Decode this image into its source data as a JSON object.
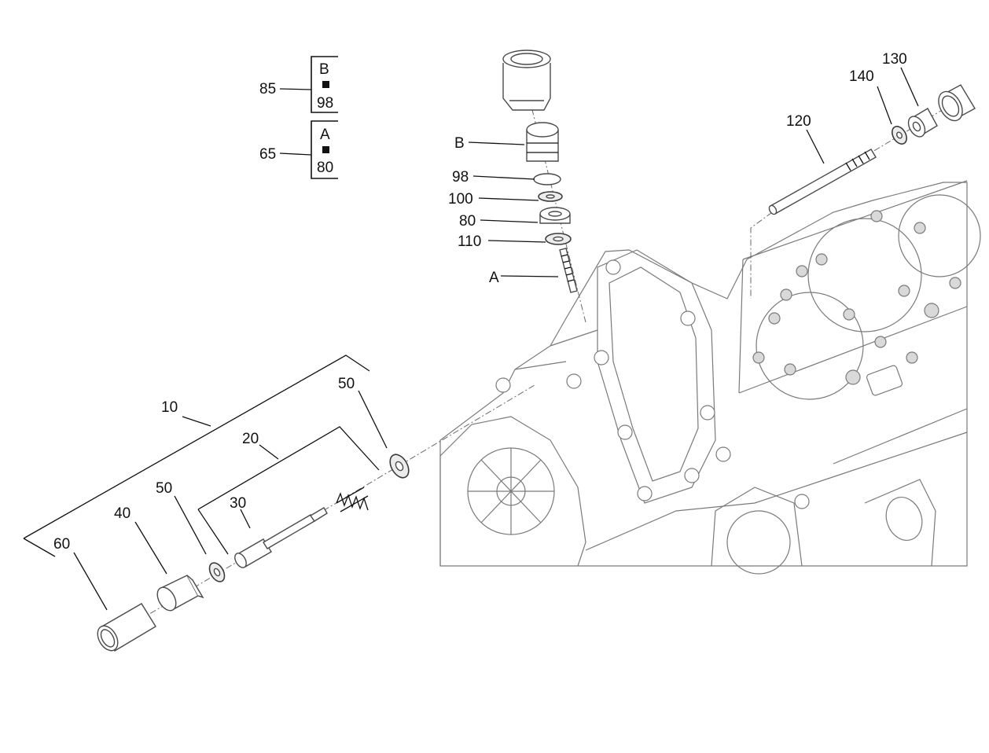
{
  "callouts": {
    "c10": "10",
    "c20": "20",
    "c30": "30",
    "c40": "40",
    "c50a": "50",
    "c50b": "50",
    "c60": "60",
    "c65": "65",
    "c85": "85",
    "c98": "98",
    "c100": "100",
    "c80": "80",
    "c110": "110",
    "c120": "120",
    "c130": "130",
    "c140": "140",
    "cA": "A",
    "cB": "B"
  },
  "kits": {
    "kitB": {
      "letter": "B",
      "part": "98"
    },
    "kitA": {
      "letter": "A",
      "part": "80"
    }
  }
}
